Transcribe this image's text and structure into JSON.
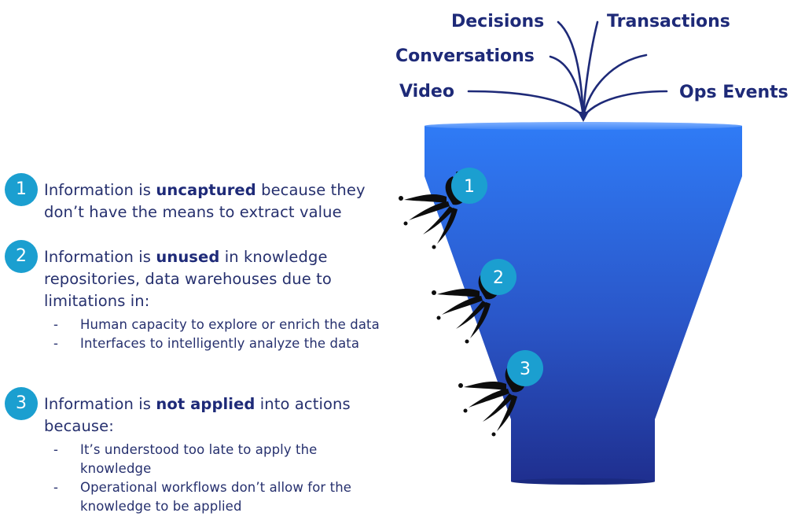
{
  "sources": [
    "Decisions",
    "Transactions",
    "Conversations",
    "Video",
    "Ops Events"
  ],
  "markers": [
    "1",
    "2",
    "3"
  ],
  "points": [
    {
      "number": "1",
      "prefix": "Information is ",
      "emphasis": "uncaptured",
      "suffix": " because they don’t have the means to extract value",
      "subitems": []
    },
    {
      "number": "2",
      "prefix": "Information is ",
      "emphasis": "unused",
      "suffix": " in knowledge repositories, data warehouses due to limitations in:",
      "subitems": [
        "Human capacity to explore or enrich the data",
        "Interfaces to intelligently analyze the data"
      ]
    },
    {
      "number": "3",
      "prefix": "Information is ",
      "emphasis": "not applied",
      "suffix": " into actions because:",
      "subitems": [
        "It’s understood too late to apply the knowledge",
        "Operational workflows don’t allow for the knowledge to be applied"
      ]
    }
  ],
  "sub_bullet": "-",
  "colors": {
    "label_navy": "#1e2a78",
    "badge_blue": "#1b9fd0",
    "funnel_top": "#2f7bf6",
    "funnel_bottom": "#1f2f8f",
    "splash": "#0d0d0d"
  }
}
